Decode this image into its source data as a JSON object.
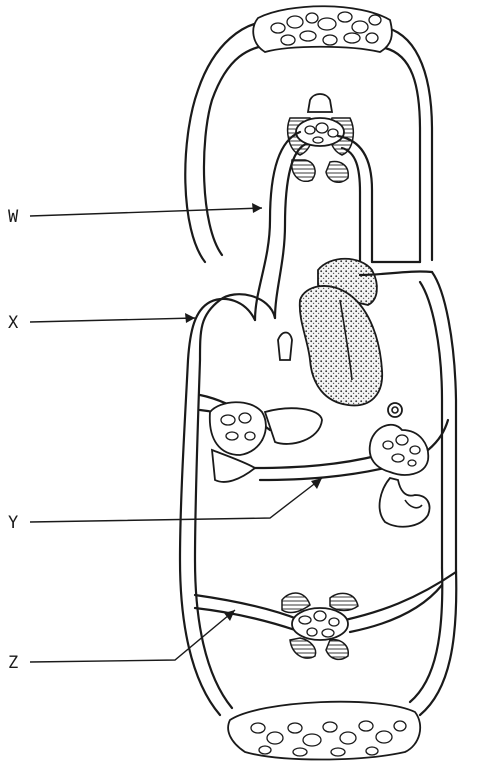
{
  "labels": {
    "w": "W",
    "x": "X",
    "y": "Y",
    "z": "Z"
  },
  "colors": {
    "ink": "#1a1a1a",
    "background": "#ffffff"
  }
}
